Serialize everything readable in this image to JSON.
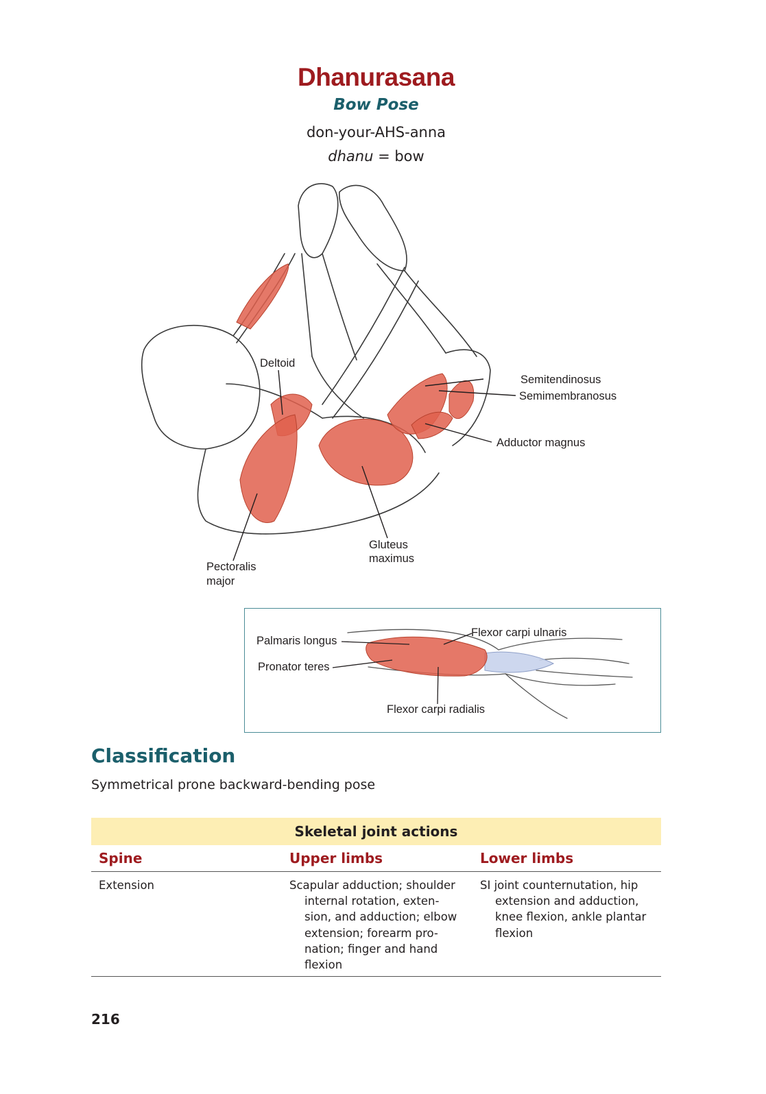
{
  "pose": {
    "sanskrit_name": "Dhanurasana",
    "english_name": "Bow Pose",
    "pronunciation": "don-your-AHS-anna",
    "etymology_word": "dhanu",
    "etymology_rest": " = bow"
  },
  "main_illustration": {
    "labels": {
      "deltoid": "Deltoid",
      "semitendinosus": "Semitendinosus",
      "semimembranosus": "Semimembranosus",
      "adductor_magnus": "Adductor magnus",
      "gluteus_maximus_1": "Gluteus",
      "gluteus_maximus_2": "maximus",
      "pectoralis_major_1": "Pectoralis",
      "pectoralis_major_2": "major"
    }
  },
  "forearm_illustration": {
    "labels": {
      "palmaris_longus": "Palmaris longus",
      "pronator_teres": "Pronator teres",
      "flexor_carpi_ulnaris": "Flexor carpi ulnaris",
      "flexor_carpi_radialis": "Flexor carpi radialis"
    }
  },
  "classification": {
    "heading": "Classification",
    "text": "Symmetrical prone backward-bending pose"
  },
  "joint_actions": {
    "title": "Skeletal joint actions",
    "columns": [
      {
        "heading": "Spine",
        "lines": [
          "Extension"
        ]
      },
      {
        "heading": "Upper limbs",
        "lines": [
          "Scapular adduction; shoulder",
          "internal rotation, exten-",
          "sion, and adduction; elbow",
          "extension; forearm pro-",
          "nation; finger and hand",
          "flexion"
        ]
      },
      {
        "heading": "Lower limbs",
        "lines": [
          "SI joint counternutation, hip",
          "extension and adduction,",
          "knee flexion, ankle plantar",
          "flexion"
        ]
      }
    ]
  },
  "page_number": "216",
  "colors": {
    "title_red": "#9e1b1f",
    "heading_teal": "#1b5f6b",
    "table_header_bg": "#fdeeb4",
    "muscle_red": "#e0604e"
  }
}
